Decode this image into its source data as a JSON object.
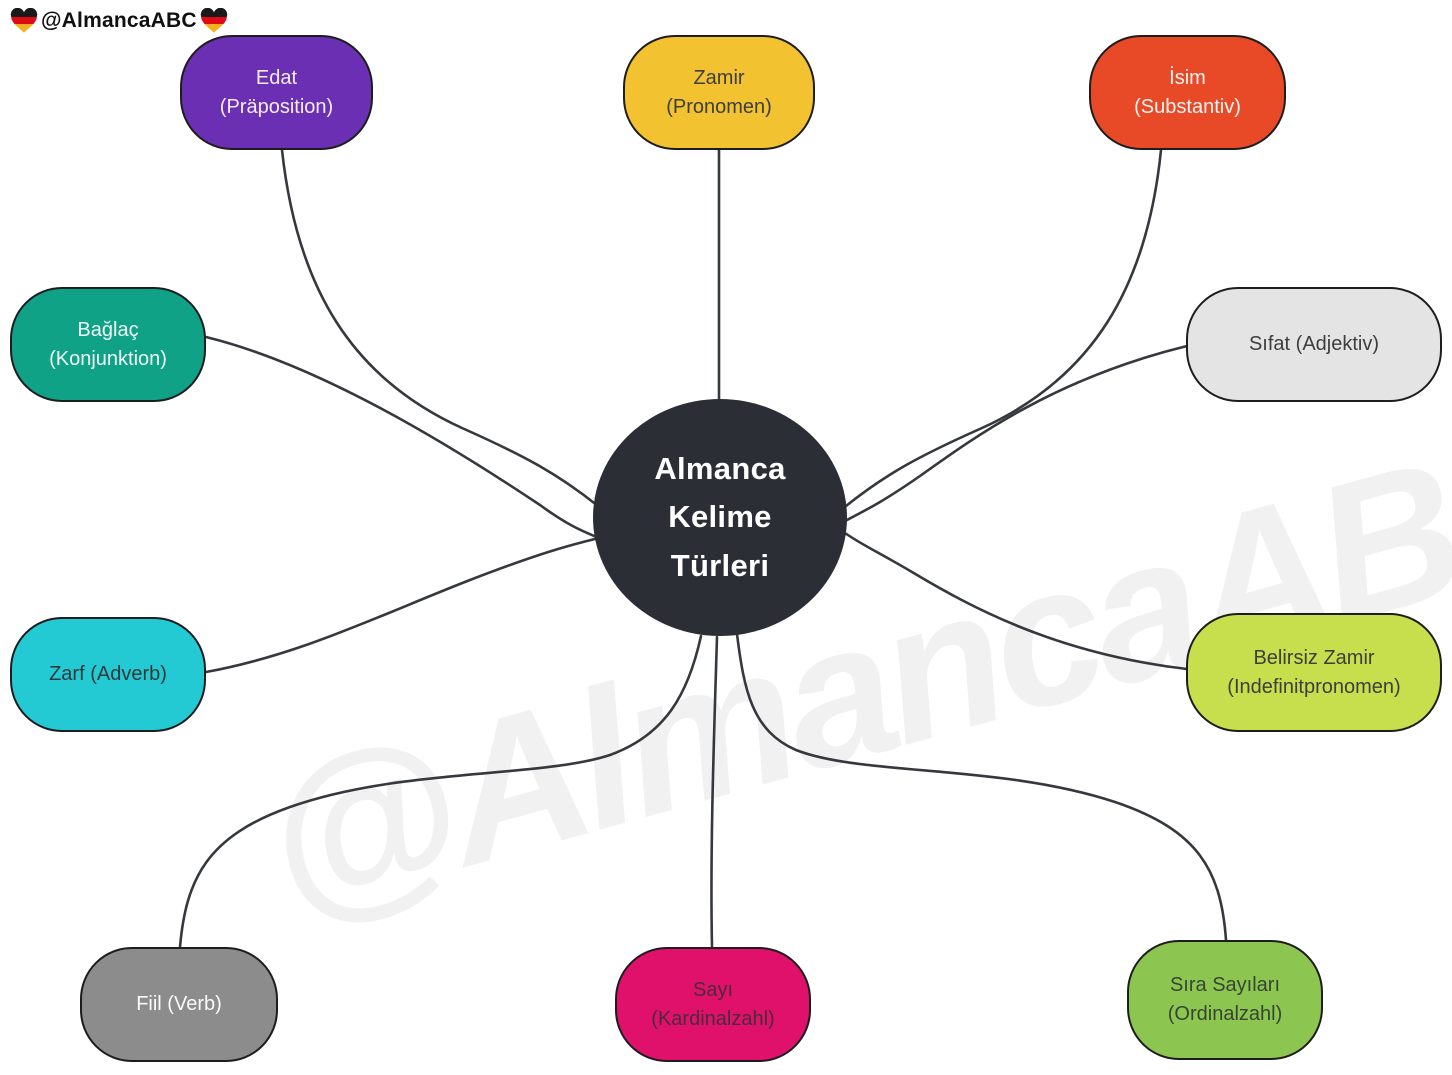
{
  "header": {
    "handle": "@AlmancaABC",
    "left_icon": "german-flag-heart",
    "right_icon": "german-flag-heart"
  },
  "watermark": {
    "text": "@AlmancaABC"
  },
  "center": {
    "line1": "Almanca",
    "line2": "Kelime",
    "line3": "Türleri",
    "bg": "#2b2e34",
    "text_color": "#ffffff"
  },
  "nodes": {
    "edat": {
      "line1": "Edat",
      "line2": "(Präposition)",
      "bg": "#6b2fb3",
      "text_color": "#f3eef9"
    },
    "zamir": {
      "line1": "Zamir",
      "line2": "(Pronomen)",
      "bg": "#f2c230",
      "text_color": "#3e3e3e"
    },
    "isim": {
      "line1": "İsim",
      "line2": "(Substantiv)",
      "bg": "#e84a28",
      "text_color": "#fdf4f1"
    },
    "baglac": {
      "line1": "Bağlaç",
      "line2": "(Konjunktion)",
      "bg": "#0fa287",
      "text_color": "#f0faf7"
    },
    "sifat": {
      "line1": "Sıfat (Adjektiv)",
      "line2": "",
      "bg": "#e4e4e4",
      "text_color": "#3e3e3e"
    },
    "zarf": {
      "line1": "Zarf (Adverb)",
      "line2": "",
      "bg": "#23cad4",
      "text_color": "#313a3b"
    },
    "belirsiz": {
      "line1": "Belirsiz Zamir",
      "line2": "(Indefinitpronomen)",
      "bg": "#c7df4d",
      "text_color": "#3e3e3e"
    },
    "fiil": {
      "line1": "Fiil (Verb)",
      "line2": "",
      "bg": "#8c8c8c",
      "text_color": "#fafafa"
    },
    "sayi": {
      "line1": "Sayı",
      "line2": "(Kardinalzahl)",
      "bg": "#e0116b",
      "text_color": "#4b2b3b"
    },
    "sira": {
      "line1": "Sıra Sayıları",
      "line2": "(Ordinalzahl)",
      "bg": "#8cc651",
      "text_color": "#384433"
    }
  },
  "edges": {
    "color": "#35383d"
  },
  "canvas": {
    "background": "#ffffff",
    "node_border": "#1d1d1d",
    "watermark_color": "#f1f1f1"
  },
  "flag_colors": {
    "black": "#1a1a1a",
    "red": "#dd0b15",
    "gold": "#f5b01e"
  }
}
